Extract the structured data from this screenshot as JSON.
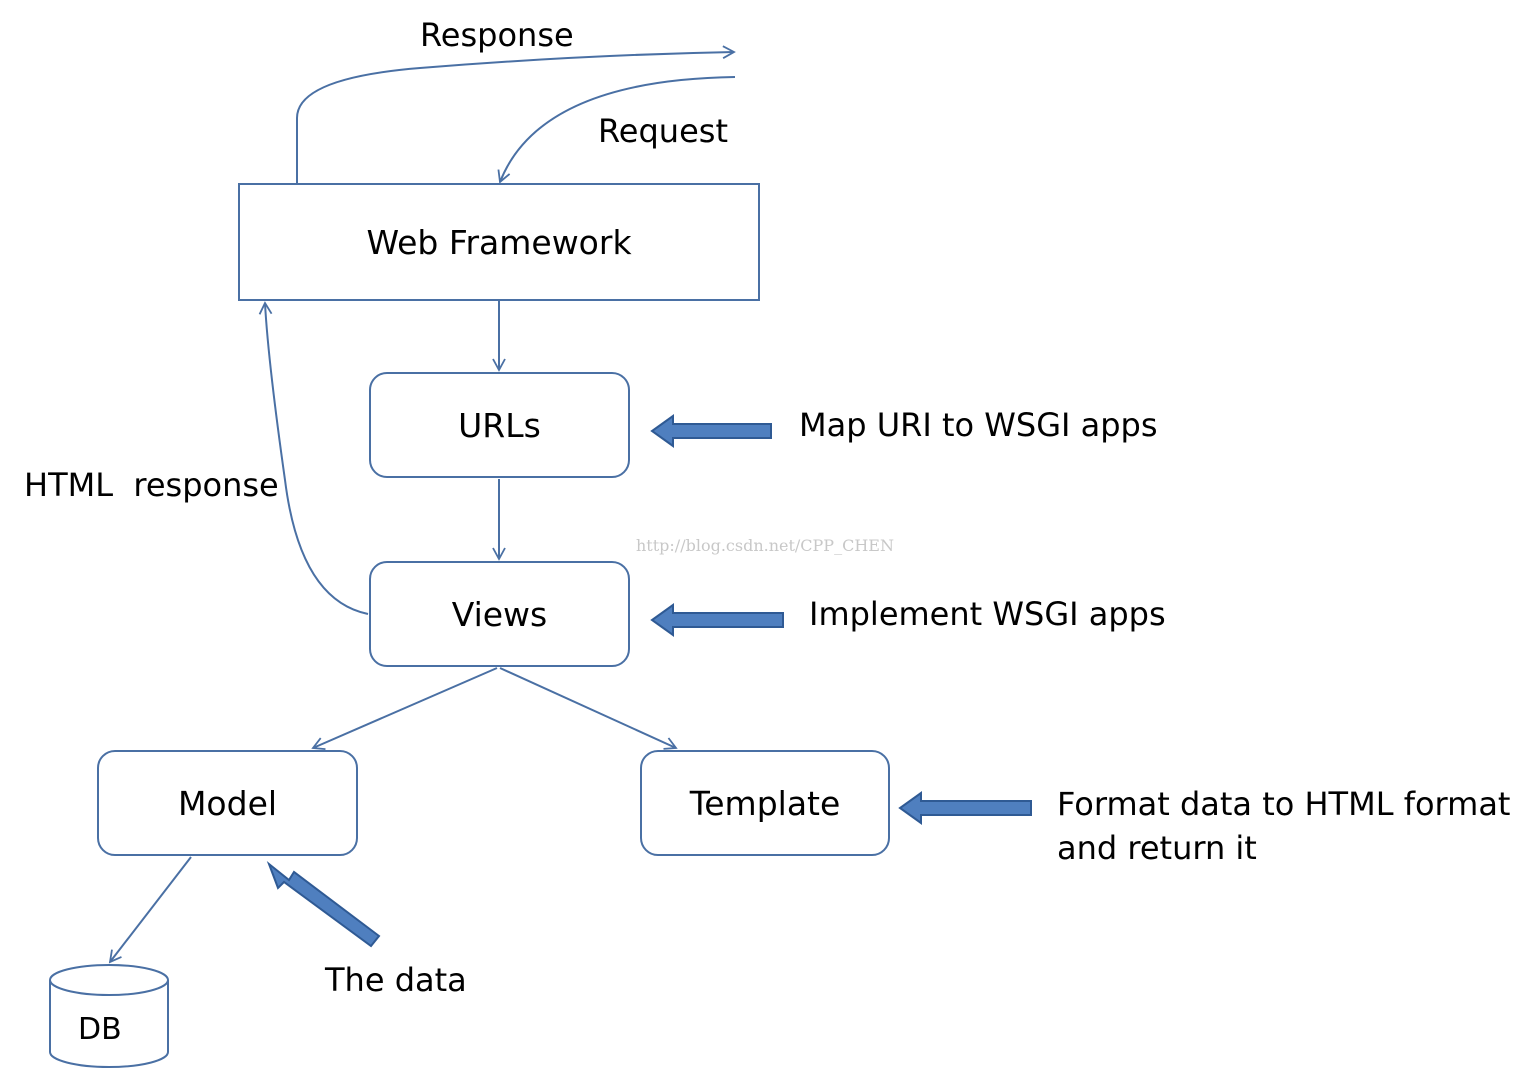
{
  "nodes": {
    "web_framework": "Web Framework",
    "urls": "URLs",
    "views": "Views",
    "model": "Model",
    "template": "Template",
    "db": "DB"
  },
  "labels": {
    "response": "Response",
    "request": "Request",
    "html_response": "HTML  response",
    "map_uri": "Map URI to WSGI apps",
    "implement_wsgi": "Implement WSGI apps",
    "format_data_line1": "Format data to HTML format",
    "format_data_line2": "and return it",
    "the_data": "The data"
  },
  "watermark": "http://blog.csdn.net/CPP_CHEN",
  "colors": {
    "line": "#4a70a4",
    "block_arrow_fill": "#4f7fbf",
    "block_arrow_stroke": "#2f5a94"
  }
}
